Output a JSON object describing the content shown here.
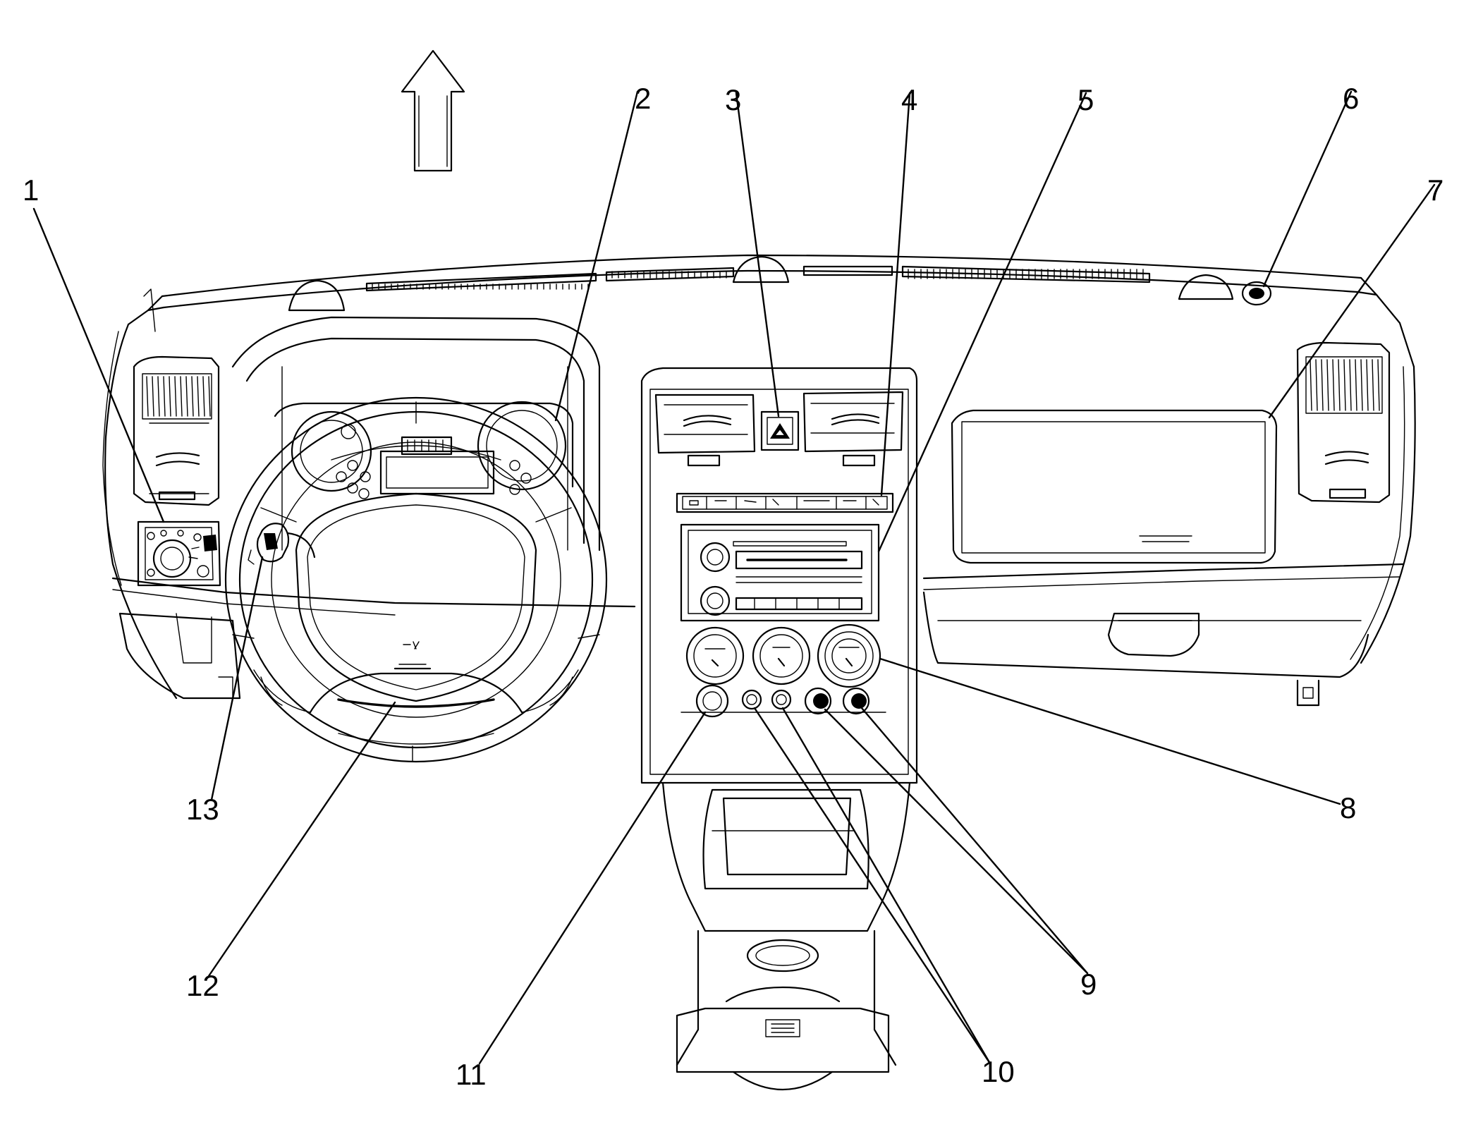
{
  "callouts": [
    {
      "id": "1",
      "label": "1"
    },
    {
      "id": "2",
      "label": "2"
    },
    {
      "id": "3",
      "label": "3"
    },
    {
      "id": "4",
      "label": "4"
    },
    {
      "id": "5",
      "label": "5"
    },
    {
      "id": "6",
      "label": "6"
    },
    {
      "id": "7",
      "label": "7"
    },
    {
      "id": "8",
      "label": "8"
    },
    {
      "id": "9",
      "label": "9"
    },
    {
      "id": "10",
      "label": "10"
    },
    {
      "id": "11",
      "label": "11"
    },
    {
      "id": "12",
      "label": "12"
    },
    {
      "id": "13",
      "label": "13"
    }
  ],
  "arrow": {
    "direction": "up"
  },
  "colors": {
    "line": "#000000",
    "background": "#ffffff"
  }
}
